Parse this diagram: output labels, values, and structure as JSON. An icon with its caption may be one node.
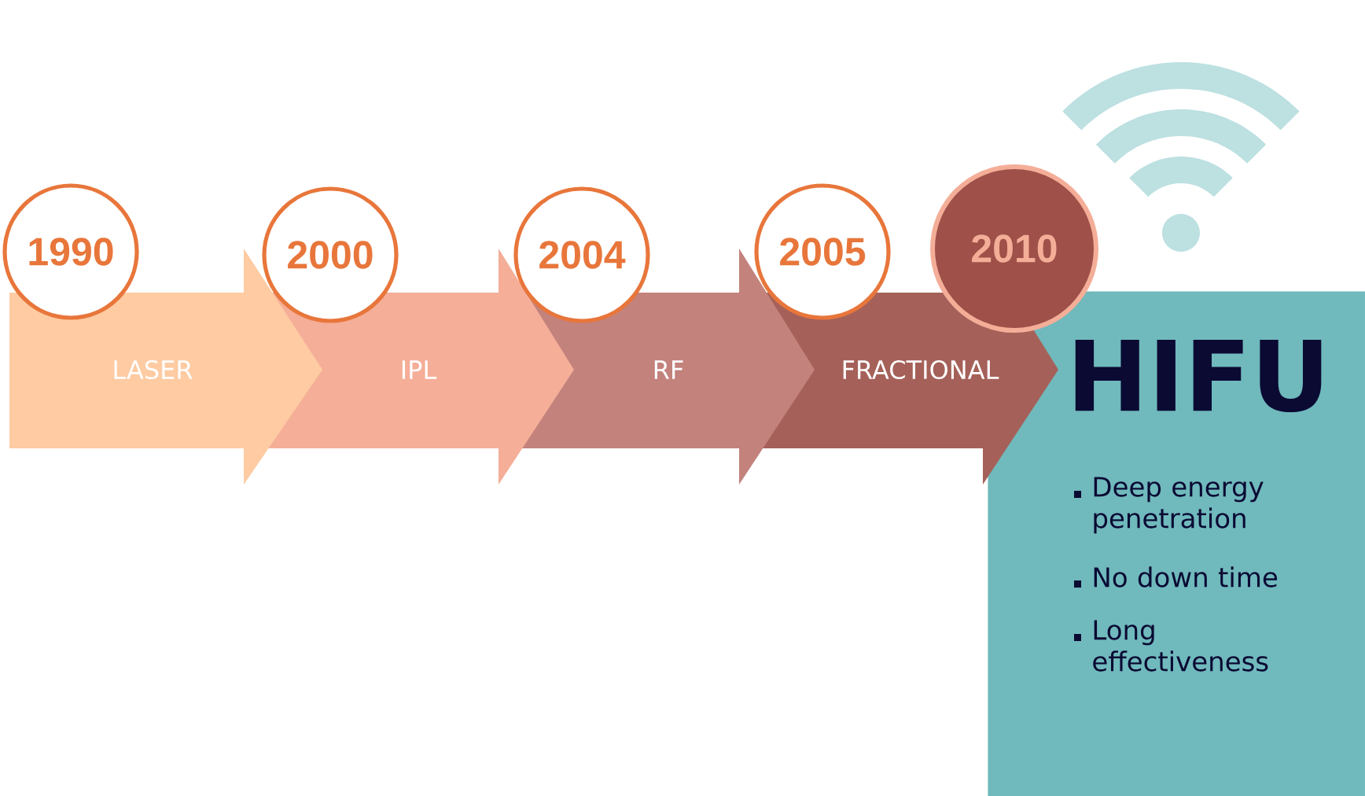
{
  "diagram": {
    "nodes": [
      {
        "text": [
          "1990"
        ]
      },
      {
        "text": [
          "LASER"
        ]
      },
      {
        "text": [
          "2000"
        ]
      },
      {
        "text": [
          "IPL"
        ]
      },
      {
        "text": [
          "2004"
        ]
      },
      {
        "text": [
          "RF"
        ]
      },
      {
        "text": [
          "2005"
        ]
      },
      {
        "text": [
          "FRACTIONAL"
        ]
      },
      {
        "text": [
          "2010"
        ]
      },
      {
        "text": [
          "HIFU",
          "Deep energy penetration",
          "No down time",
          "Long effectiveness"
        ]
      }
    ]
  }
}
